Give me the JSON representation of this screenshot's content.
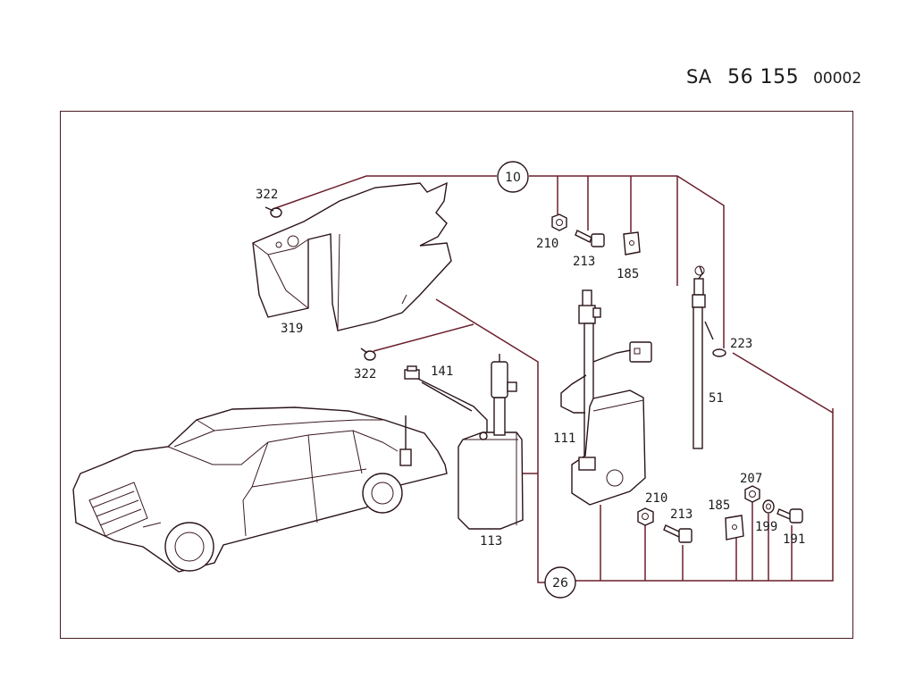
{
  "header": {
    "prefix": "SA",
    "group": "56 155",
    "sequence": "00002"
  },
  "callouts": {
    "top": "10",
    "bottom": "26"
  },
  "labels": {
    "p322a": "322",
    "p319": "319",
    "p322b": "322",
    "p141": "141",
    "p113": "113",
    "p210a": "210",
    "p213a": "213",
    "p185a": "185",
    "p223": "223",
    "p51": "51",
    "p111": "111",
    "p210b": "210",
    "p213b": "213",
    "p185b": "185",
    "p207": "207",
    "p199": "199",
    "p191": "191"
  }
}
